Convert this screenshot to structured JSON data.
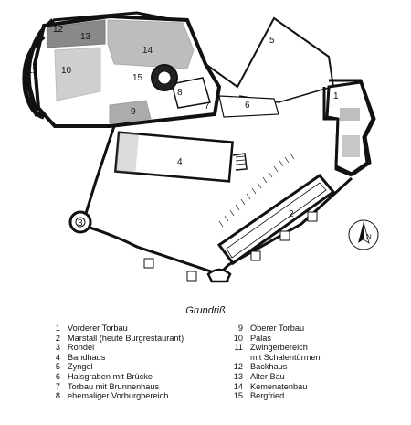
{
  "plan": {
    "labels": [
      "1",
      "2",
      "3",
      "4",
      "5",
      "6",
      "7",
      "8",
      "9",
      "10",
      "11",
      "12",
      "13",
      "14",
      "15"
    ],
    "north_arrow": "N"
  },
  "caption": "Grundriß",
  "legend": {
    "left": [
      {
        "n": "1",
        "text": "Vorderer Torbau"
      },
      {
        "n": "2",
        "text": "Marstall (heute Burgrestaurant)"
      },
      {
        "n": "3",
        "text": "Rondel"
      },
      {
        "n": "4",
        "text": "Bandhaus"
      },
      {
        "n": "5",
        "text": "Zyngel"
      },
      {
        "n": "6",
        "text": "Halsgraben mit Brücke"
      },
      {
        "n": "7",
        "text": "Torbau mit Brunnenhaus"
      },
      {
        "n": "8",
        "text": "ehemaliger Vorburgbereich"
      }
    ],
    "right": [
      {
        "n": "9",
        "text": "Oberer Torbau"
      },
      {
        "n": "10",
        "text": "Palas"
      },
      {
        "n": "11",
        "text": "Zwingerbereich"
      },
      {
        "n": "",
        "text": "mit Schalentürmen"
      },
      {
        "n": "12",
        "text": "Backhaus"
      },
      {
        "n": "13",
        "text": "Alter Bau"
      },
      {
        "n": "14",
        "text": "Kemenatenbau"
      },
      {
        "n": "15",
        "text": "Bergfried"
      }
    ]
  }
}
